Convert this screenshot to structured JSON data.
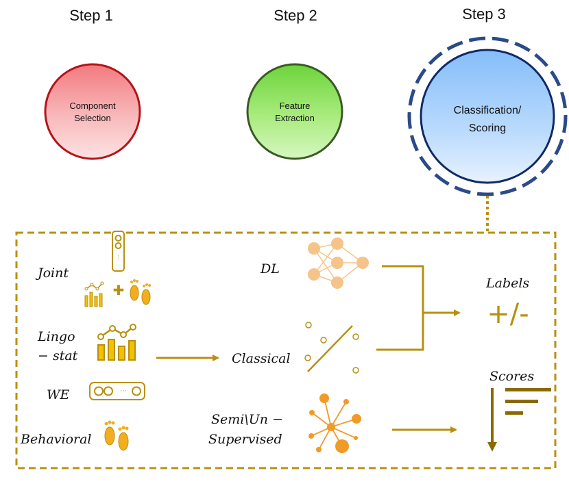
{
  "steps": [
    {
      "label": "Step 1",
      "line1": "Component",
      "line2": "Selection",
      "color": "#e8595e"
    },
    {
      "label": "Step 2",
      "line1": "Feature",
      "line2": "Extraction",
      "color": "#76d24a"
    },
    {
      "label": "Step 3",
      "line1": "Classification/",
      "line2": "Scoring",
      "color": "#8cc3ff"
    }
  ],
  "features": {
    "joint": "Joint",
    "lingo_line1": "Lingo",
    "lingo_line2": "− stat",
    "we": "WE",
    "behavioral": "Behavioral",
    "plus": "✚",
    "dots": "⋯",
    "vdots": "⋮"
  },
  "methods": {
    "dl": "DL",
    "classical": "Classical",
    "semi_line1": "Semi\\Un −",
    "semi_line2": "Supervised"
  },
  "outputs": {
    "labels": "Labels",
    "labels_symbol": "+/-",
    "scores": "Scores"
  },
  "colors": {
    "accent": "#b8900f",
    "dashed_ring": "#2a4a8a",
    "nn_node": "#f6c48a",
    "graph_node": "#f09a28"
  }
}
